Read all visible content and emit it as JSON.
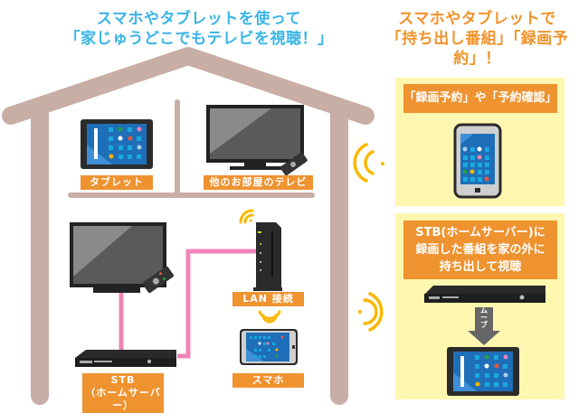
{
  "headline_left": {
    "line1": "スマホやタブレットを使って",
    "line2": "「家じゅうどこでもテレビを視聴！」"
  },
  "headline_right": {
    "line1": "スマホやタブレットで",
    "line2": "「持ち出し番組」「録画予約」！"
  },
  "house": {
    "labels": {
      "tablet": "タブレット",
      "other_room_tv": "他のお部屋のテレビ",
      "lan": "LAN 接続",
      "smartphone": "スマホ",
      "stb_line1": "STB",
      "stb_line2": "（ホームサーバー）"
    }
  },
  "panels": {
    "top": {
      "title": "「録画予約」や「予約確認」"
    },
    "bottom": {
      "title_line1": "STB(ホームサーバー)に",
      "title_line2": "録画した番組を家の外に",
      "title_line3": "持ち出して視聴",
      "arrow_label": "ムーブ"
    }
  },
  "colors": {
    "house": "#c9aea6",
    "label_bg": "#ee9330",
    "panel_bg": "#fff7b0",
    "cable": "#ef86b9",
    "wifi": "#f9b800",
    "headline_left": "#3ab5e6",
    "headline_right": "#f0932b",
    "screen_blue": "#1f6fb8"
  }
}
